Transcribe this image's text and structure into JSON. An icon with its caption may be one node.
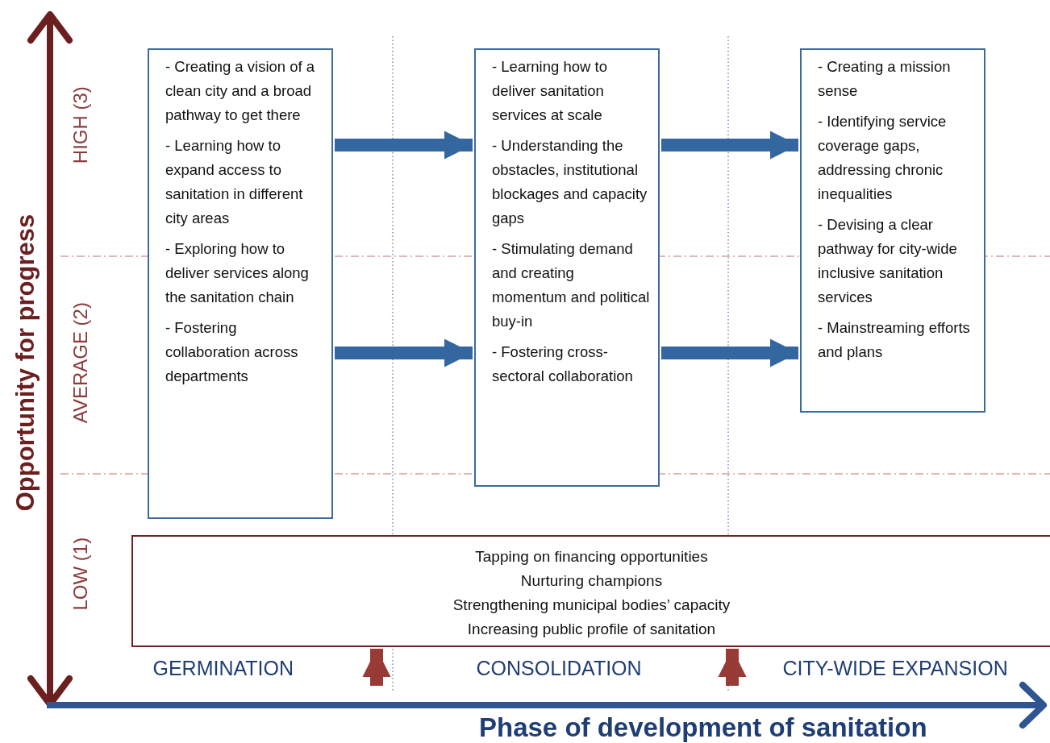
{
  "diagram": {
    "nodes": [
      {
        "text": [
          "- Creating a vision of a clean city and a broad pathway to get there",
          "- Learning how to expand access to sanitation in different city areas",
          "- Exploring how to deliver services along the sanitation chain",
          "- Fostering collaboration across departments"
        ]
      },
      {
        "text": [
          "- Learning how to deliver sanitation services at scale",
          "- Understanding the obstacles, institutional blockages and capacity gaps",
          "- Stimulating demand and creating momentum and political buy-in",
          "- Fostering cross-sectoral collaboration"
        ]
      },
      {
        "text": [
          "- Creating a mission sense",
          "- Identifying service coverage gaps, addressing chronic inequalities",
          "- Devising a clear pathway for city-wide inclusive sanitation services",
          "- Mainstreaming efforts and plans"
        ]
      },
      {
        "text": [
          "Tapping on financing opportunities",
          "Nurturing champions",
          "Strengthening municipal bodies’ capacity",
          "Increasing public profile of sanitation"
        ]
      }
    ],
    "edges": [
      {
        "from": 0,
        "to": 1,
        "arrow": "to"
      },
      {
        "from": 0,
        "to": 1,
        "arrow": "to"
      },
      {
        "from": 1,
        "to": 2,
        "arrow": "to"
      },
      {
        "from": 1,
        "to": 2,
        "arrow": "to"
      },
      {
        "from": null,
        "to": 3,
        "arrow": "to",
        "color": "#983a36"
      },
      {
        "from": null,
        "to": 3,
        "arrow": "to",
        "color": "#983a36"
      }
    ],
    "labels": [
      "Opportunity for progress",
      "HIGH (3)",
      "AVERAGE (2)",
      "LOW (1)",
      "GERMINATION",
      "CONSOLIDATION",
      "CITY-WIDE EXPANSION",
      "Phase of development of sanitation"
    ]
  }
}
